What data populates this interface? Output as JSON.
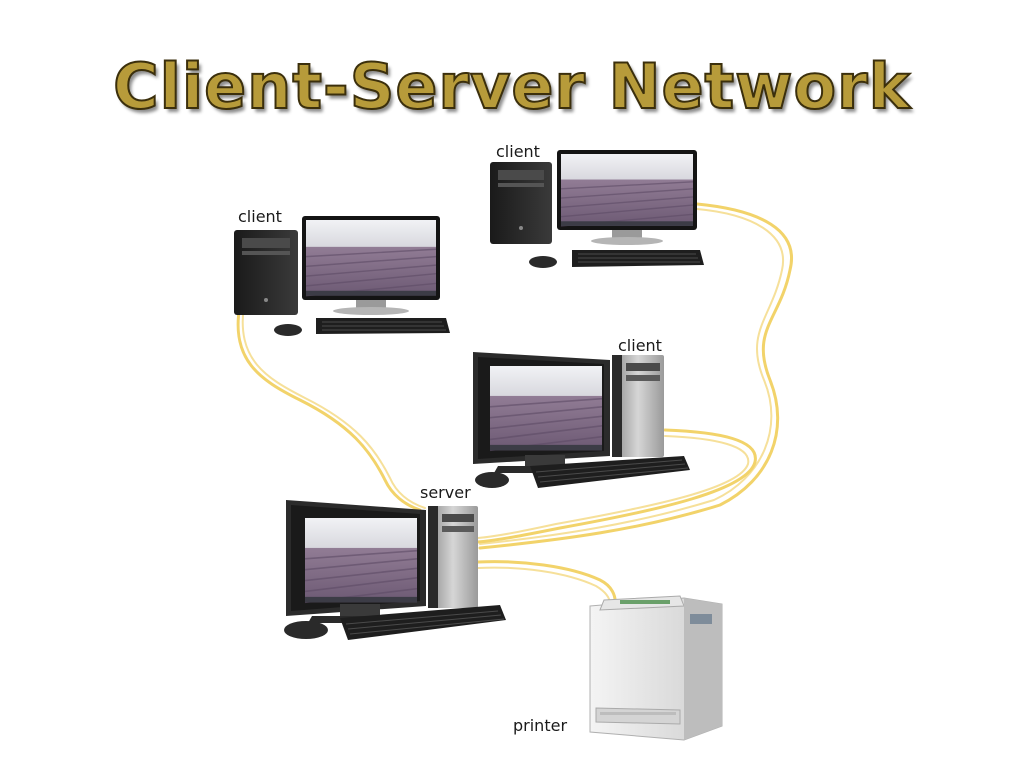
{
  "title": "Client-Server Network",
  "labels": {
    "client_top": "client",
    "client_left": "client",
    "client_mid": "client",
    "server": "server",
    "printer": "printer"
  },
  "colors": {
    "title_fill": "#b79b3a",
    "title_outline": "#3b2f0c",
    "cable": "#f2d36a",
    "screen_sky": "#e6e9f0",
    "screen_field": "#8e7497"
  }
}
